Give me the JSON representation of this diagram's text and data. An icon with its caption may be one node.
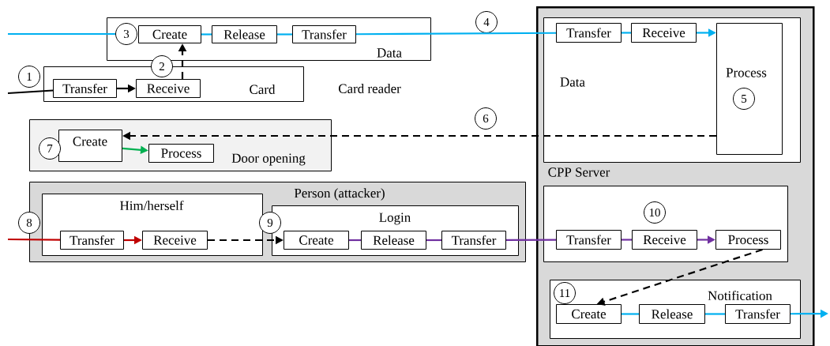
{
  "diagram": {
    "nodes": [
      {
        "text": [
          "Data"
        ]
      },
      {
        "text": [
          "Create"
        ],
        "in": 0
      },
      {
        "text": [
          "Release"
        ],
        "in": 0
      },
      {
        "text": [
          "Transfer"
        ],
        "in": 0
      },
      {
        "text": [
          "Card"
        ]
      },
      {
        "text": [
          "Transfer"
        ],
        "in": 4
      },
      {
        "text": [
          "Receive"
        ],
        "in": 4
      },
      {
        "text": [
          "Door opening"
        ]
      },
      {
        "text": [
          "Create"
        ],
        "in": 7
      },
      {
        "text": [
          "Process"
        ],
        "in": 7
      },
      {
        "text": [
          "Person (attacker)"
        ]
      },
      {
        "text": [
          "Him/herself"
        ],
        "in": 10
      },
      {
        "text": [
          "Transfer"
        ],
        "in": 11
      },
      {
        "text": [
          "Receive"
        ],
        "in": 11
      },
      {
        "text": [
          "Login"
        ],
        "in": 10
      },
      {
        "text": [
          "Create"
        ],
        "in": 14
      },
      {
        "text": [
          "Release"
        ],
        "in": 14
      },
      {
        "text": [
          "Transfer"
        ],
        "in": 14
      },
      {
        "text": [
          "CPP Server"
        ]
      },
      {
        "text": [
          "Data"
        ],
        "in": 18
      },
      {
        "text": [
          "Transfer"
        ],
        "in": 19
      },
      {
        "text": [
          "Receive"
        ],
        "in": 19
      },
      {
        "text": [
          "Process"
        ],
        "in": 19
      },
      {
        "text": [],
        "shape": "box",
        "in": 18
      },
      {
        "text": [
          "Transfer"
        ],
        "in": 23
      },
      {
        "text": [
          "Receive"
        ],
        "in": 23
      },
      {
        "text": [
          "Process"
        ],
        "in": 23
      },
      {
        "text": [
          "Notification"
        ],
        "in": 18
      },
      {
        "text": [
          "Create"
        ],
        "in": 27
      },
      {
        "text": [
          "Release"
        ],
        "in": 27
      },
      {
        "text": [
          "Transfer"
        ],
        "in": 27
      },
      {
        "text": [
          "1"
        ]
      },
      {
        "text": [
          "2"
        ]
      },
      {
        "text": [
          "3"
        ],
        "in": 0
      },
      {
        "text": [
          "4"
        ]
      },
      {
        "text": [
          "5"
        ],
        "in": 22
      },
      {
        "text": [
          "6"
        ]
      },
      {
        "text": [
          "7"
        ],
        "in": 7
      },
      {
        "text": [
          "8"
        ]
      },
      {
        "text": [
          "9"
        ],
        "in": 10
      },
      {
        "text": [
          "10"
        ],
        "in": 23
      },
      {
        "text": [
          "11"
        ],
        "in": 27
      }
    ],
    "edges": [
      {
        "from": null,
        "to": 33,
        "arrow": "none",
        "color": "#00b0f0"
      },
      {
        "from": 1,
        "to": 2,
        "arrow": "none",
        "color": "#00b0f0"
      },
      {
        "from": 2,
        "to": 3,
        "arrow": "none",
        "color": "#00b0f0"
      },
      {
        "from": 3,
        "to": 20,
        "arrow": "none",
        "color": "#00b0f0"
      },
      {
        "from": 20,
        "to": 21,
        "arrow": "none",
        "color": "#00b0f0"
      },
      {
        "from": 21,
        "to": 22,
        "arrow": "to",
        "color": "#00b0f0"
      },
      {
        "from": null,
        "to": 5,
        "arrow": "none",
        "color": "#000000"
      },
      {
        "from": 5,
        "to": 6,
        "arrow": "to",
        "color": "#000000"
      },
      {
        "from": 6,
        "to": 1,
        "arrow": "to",
        "style": "dashed",
        "color": "#000000"
      },
      {
        "from": 22,
        "to": 8,
        "arrow": "to",
        "style": "dashed",
        "color": "#000000"
      },
      {
        "from": 8,
        "to": 9,
        "arrow": "to",
        "color": "#00b050"
      },
      {
        "from": null,
        "to": 12,
        "arrow": "none",
        "color": "#c00000"
      },
      {
        "from": 12,
        "to": 13,
        "arrow": "to",
        "color": "#c00000"
      },
      {
        "from": 13,
        "to": 15,
        "arrow": "to",
        "style": "dashed",
        "color": "#000000"
      },
      {
        "from": 15,
        "to": 16,
        "arrow": "none",
        "color": "#7030a0"
      },
      {
        "from": 16,
        "to": 17,
        "arrow": "none",
        "color": "#7030a0"
      },
      {
        "from": 17,
        "to": 24,
        "arrow": "none",
        "color": "#7030a0"
      },
      {
        "from": 24,
        "to": 25,
        "arrow": "none",
        "color": "#7030a0"
      },
      {
        "from": 25,
        "to": 26,
        "arrow": "to",
        "color": "#7030a0"
      },
      {
        "from": 26,
        "to": 28,
        "arrow": "to",
        "style": "dashed",
        "color": "#000000"
      },
      {
        "from": 28,
        "to": 29,
        "arrow": "none",
        "color": "#00b0f0"
      },
      {
        "from": 29,
        "to": 30,
        "arrow": "none",
        "color": "#00b0f0"
      },
      {
        "from": 30,
        "to": null,
        "arrow": "to",
        "color": "#00b0f0"
      }
    ],
    "labels": [
      "Card reader"
    ]
  }
}
